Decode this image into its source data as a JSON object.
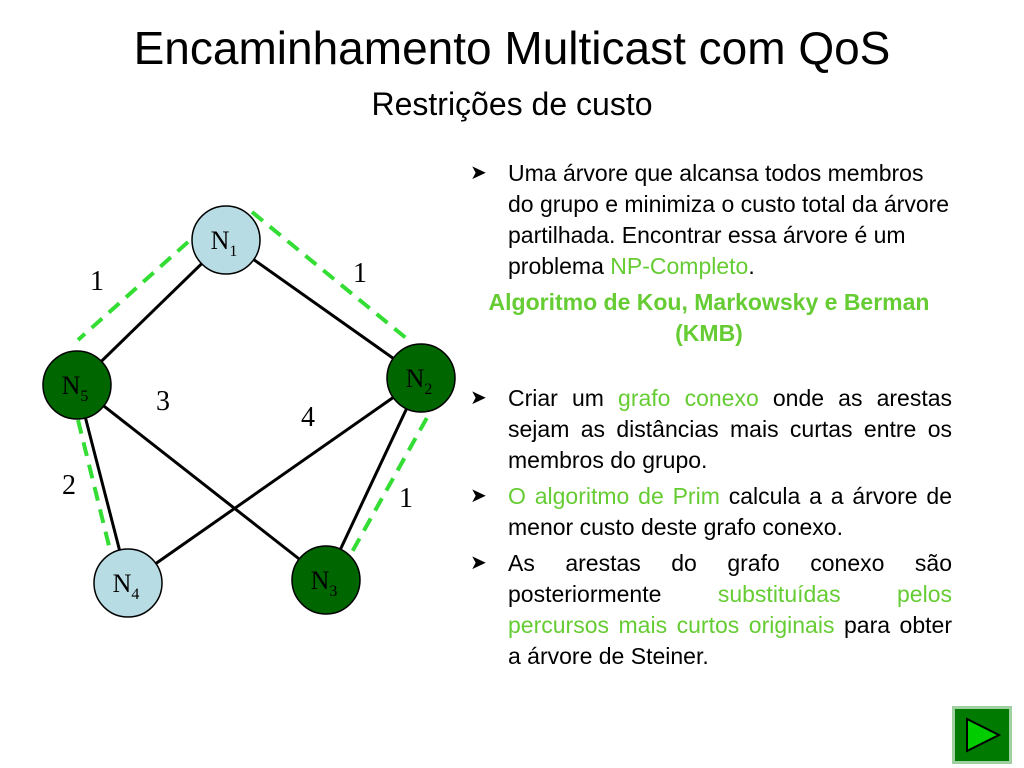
{
  "title": "Encaminhamento Multicast com QoS",
  "subtitle": "Restrições de custo",
  "colors": {
    "dark_node": "#006600",
    "light_node": "#b8dce4",
    "highlight": "#33dd33",
    "text_green": "#66cc33"
  },
  "graph": {
    "nodes": [
      {
        "id": "N1",
        "label": "N",
        "sub": "1",
        "style": "light"
      },
      {
        "id": "N2",
        "label": "N",
        "sub": "2",
        "style": "dark"
      },
      {
        "id": "N3",
        "label": "N",
        "sub": "3",
        "style": "dark"
      },
      {
        "id": "N4",
        "label": "N",
        "sub": "4",
        "style": "light"
      },
      {
        "id": "N5",
        "label": "N",
        "sub": "5",
        "style": "dark"
      }
    ],
    "edges": [
      {
        "from": "N1",
        "to": "N5",
        "weight": "1",
        "highlighted": true
      },
      {
        "from": "N1",
        "to": "N2",
        "weight": "1",
        "highlighted": true
      },
      {
        "from": "N5",
        "to": "N3",
        "weight": "3",
        "highlighted": false
      },
      {
        "from": "N4",
        "to": "N2",
        "weight": "4",
        "highlighted": false
      },
      {
        "from": "N5",
        "to": "N4",
        "weight": "2",
        "highlighted": true
      },
      {
        "from": "N2",
        "to": "N3",
        "weight": "1",
        "highlighted": true
      }
    ]
  },
  "panel": {
    "b1": {
      "t1": "Uma árvore que alcansa todos membros do grupo e minimiza o custo total da árvore partilhada. Encontrar essa árvore é um problema ",
      "t2": "NP-Completo",
      "t3": "."
    },
    "heading": "Algoritmo de Kou, Markowsky e Berman (KMB)",
    "b2": {
      "t1": "Criar um ",
      "t2": "grafo conexo",
      "t3": " onde as arestas sejam as distâncias mais curtas entre os membros do grupo."
    },
    "b3": {
      "t1": "O algoritmo de Prim",
      "t2": " calcula a a árvore de menor custo deste grafo conexo."
    },
    "b4": {
      "t1": "As arestas do grafo conexo são posteriormente ",
      "t2": "substituídas pelos percursos mais curtos originais",
      "t3": " para obter a árvore de Steiner."
    }
  }
}
